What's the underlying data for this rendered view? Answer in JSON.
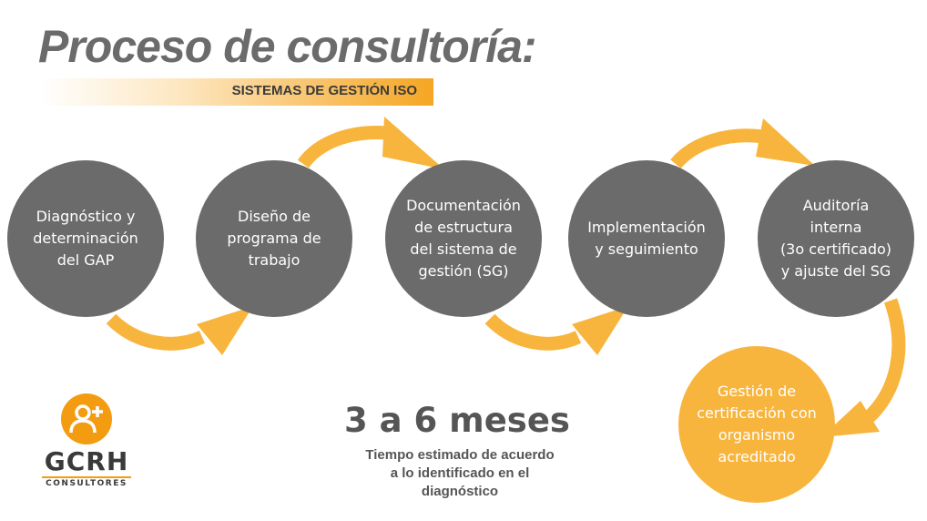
{
  "header": {
    "title": "Proceso de consultoría:",
    "subtitle": "SISTEMAS DE GESTIÓN ISO"
  },
  "steps": [
    {
      "label": "Diagnóstico y\ndeterminación\ndel GAP"
    },
    {
      "label": "Diseño de\nprograma de\ntrabajo"
    },
    {
      "label": "Documentación\nde estructura\ndel sistema de\ngestión (SG)"
    },
    {
      "label": "Implementación\ny seguimiento"
    },
    {
      "label": "Auditoría\ninterna\n(3o certificado)\ny ajuste del SG"
    },
    {
      "label": "Gestión de\ncertificación con\norganismo\nacreditado"
    }
  ],
  "duration": {
    "value": "3 a 6 meses",
    "note": "Tiempo estimado de acuerdo\na lo identificado en el\ndiagnóstico"
  },
  "logo": {
    "name": "GCRH",
    "subtitle": "CONSULTORES",
    "icon": "user-plus-icon"
  },
  "colors": {
    "circle_gray": "#6b6b6b",
    "accent_orange": "#f8b53d",
    "logo_orange": "#f39c12"
  }
}
